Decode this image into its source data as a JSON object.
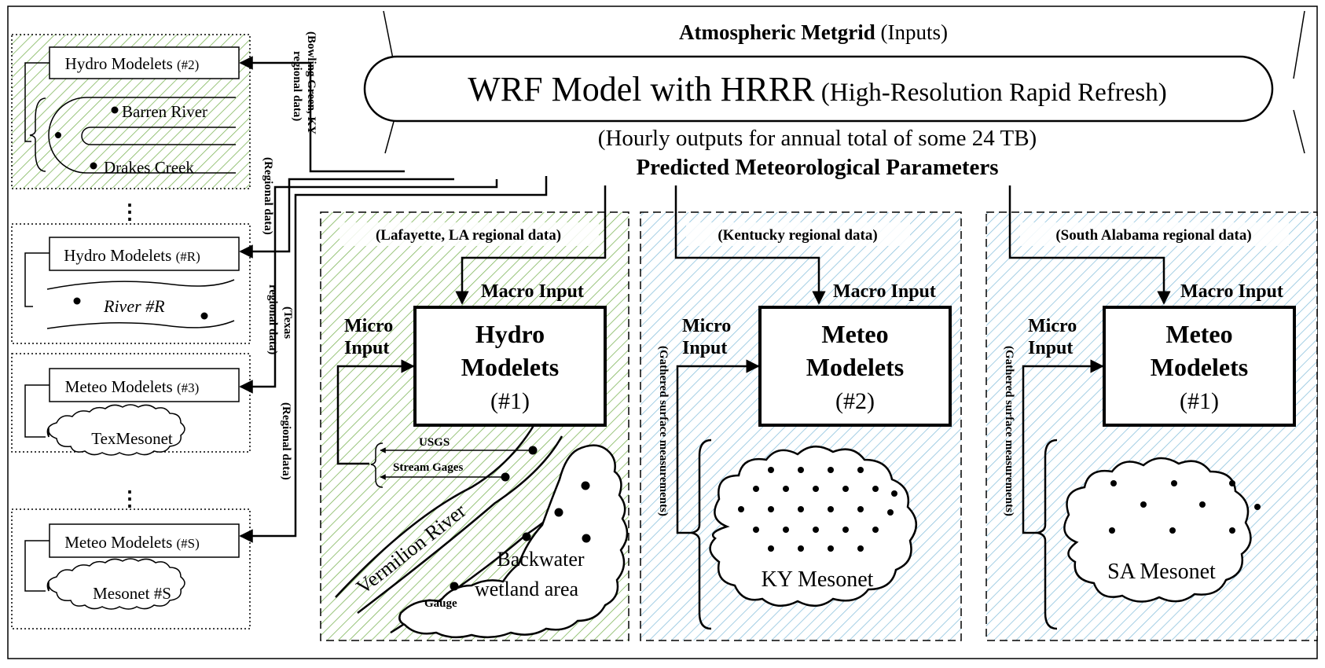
{
  "header": {
    "metgrid_bold": "Atmospheric Metgrid",
    "metgrid_rest": " (Inputs)",
    "wrf_big": "WRF Model with HRRR",
    "wrf_small": " (High-Resolution Rapid Refresh)",
    "hourly": "(Hourly outputs for annual total of some 24 TB)",
    "predicted": "Predicted Meteorological Parameters"
  },
  "left_panel": {
    "box1": {
      "title": "Hydro Modelets",
      "tag": "(#2)",
      "river1": "Barren River",
      "river2": "Drakes Creek"
    },
    "box2": {
      "title": "Hydro Modelets",
      "tag": "(#R)",
      "river": "River #R"
    },
    "box3": {
      "title": "Meteo Modelets",
      "tag": "(#3)",
      "cloud": "TexMesonet"
    },
    "box4": {
      "title": "Meteo Modelets",
      "tag": "(#S)",
      "cloud": "Mesonet #S"
    },
    "ellipsis": "⋮"
  },
  "vertical_labels": {
    "bowling_line1": "(Bowling Green, KY",
    "bowling_line2": "regional data)",
    "regional_r": "(Regional data)",
    "texas_line1": "(Texas",
    "texas_line2": "regional data)",
    "regional_s": "(Regional data)"
  },
  "panel_la": {
    "region": "(Lafayette, LA regional data)",
    "macro": "Macro Input",
    "micro1": "Micro",
    "micro2": "Input",
    "title1": "Hydro",
    "title2": "Modelets",
    "tag": "(#1)",
    "usgs": "USGS",
    "gages": "Stream Gages",
    "river": "Vermilion River",
    "wet1": "Backwater",
    "wet2": "wetland area",
    "gauge": "Gauge",
    "color": "#7fb65a"
  },
  "panel_ky": {
    "region": "(Kentucky regional data)",
    "macro": "Macro Input",
    "micro1": "Micro",
    "micro2": "Input",
    "title1": "Meteo",
    "title2": "Modelets",
    "tag": "(#2)",
    "gathered": "(Gathered surface measurements)",
    "cloud": "KY Mesonet",
    "color": "#8ec3de"
  },
  "panel_sa": {
    "region": "(South Alabama regional data)",
    "macro": "Macro Input",
    "micro1": "Micro",
    "micro2": "Input",
    "title1": "Meteo",
    "title2": "Modelets",
    "tag": "(#1)",
    "gathered": "(Gathered surface measurements)",
    "cloud": "SA Mesonet",
    "color": "#8ec3de"
  }
}
